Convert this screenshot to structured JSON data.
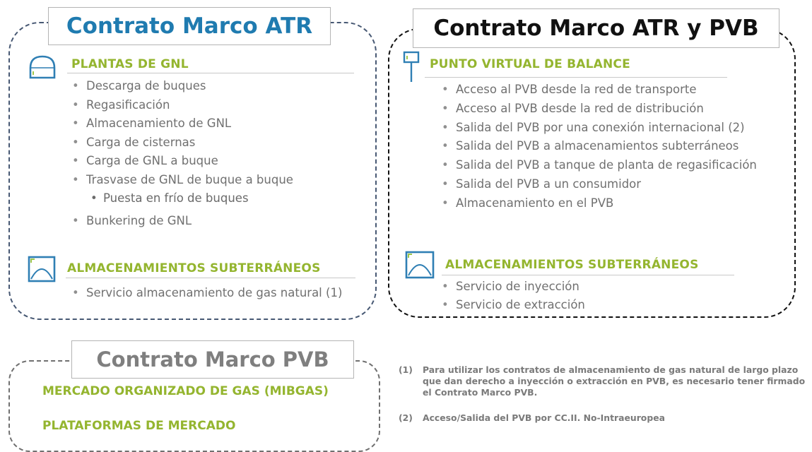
{
  "atr": {
    "title": "Contrato Marco ATR",
    "plantas": {
      "heading": "PLANTAS DE GNL",
      "items": [
        "Descarga de buques",
        "Regasificación",
        "Almacenamiento de GNL",
        "Carga de cisternas",
        "Carga de GNL a buque",
        "Trasvase de GNL de buque a buque",
        "Puesta en frío de buques",
        "Bunkering de GNL"
      ]
    },
    "almacenamientos": {
      "heading": "ALMACENAMIENTOS SUBTERRÁNEOS",
      "items": [
        "Servicio almacenamiento de gas natural (1)"
      ]
    }
  },
  "atr_pvb": {
    "title": "Contrato Marco ATR y PVB",
    "pvb": {
      "heading": "PUNTO VIRTUAL DE BALANCE",
      "items": [
        "Acceso al PVB desde la red de transporte",
        "Acceso al PVB desde la red de distribución",
        "Salida del PVB por una conexión internacional (2)",
        "Salida del PVB a almacenamientos subterráneos",
        "Salida del PVB a tanque de planta de regasificación",
        "Salida del PVB a un consumidor",
        "Almacenamiento en el PVB"
      ]
    },
    "almacenamientos": {
      "heading": "ALMACENAMIENTOS SUBTERRÁNEOS",
      "items": [
        "Servicio de inyección",
        "Servicio de extracción"
      ]
    }
  },
  "pvb_contract": {
    "title": "Contrato Marco PVB",
    "items": [
      "MERCADO ORGANIZADO DE GAS (MIBGAS)",
      "PLATAFORMAS DE MERCADO"
    ]
  },
  "notes": [
    {
      "num": "(1)",
      "text": "Para utilizar los contratos de almacenamiento de gas natural de largo plazo que dan derecho a inyección o extracción en PVB, es necesario tener firmado el Contrato Marco PVB."
    },
    {
      "num": "(2)",
      "text": "Acceso/Salida del PVB por CC.II. No-Intraeuropea"
    }
  ],
  "colors": {
    "atr_title": "#1f7bb0",
    "heading_green": "#94b52f",
    "bullet_text": "#707070",
    "icon_blue": "#2f7fb4"
  },
  "icons": [
    "lng-tank-icon",
    "underground-storage-icon",
    "virtual-balance-point-icon"
  ]
}
